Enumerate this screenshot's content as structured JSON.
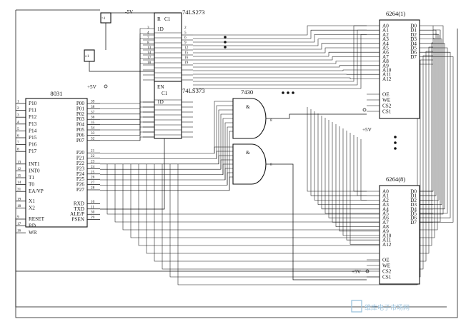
{
  "chips": {
    "cpu": {
      "title": "8031",
      "left_pins": [
        "P10",
        "P11",
        "P12",
        "P13",
        "P14",
        "P15",
        "P16",
        "P17",
        "INT1",
        "INT0",
        "T1",
        "T0",
        "EA/VP",
        "X1",
        "X2",
        "RESET",
        "RD",
        "WR"
      ],
      "left_numbers": [
        "1",
        "2",
        "3",
        "4",
        "5",
        "6",
        "7",
        "8",
        "13",
        "12",
        "15",
        "14",
        "31",
        "19",
        "18",
        "9",
        "17",
        "16"
      ],
      "right_pins": [
        "P00",
        "P01",
        "P02",
        "P03",
        "P04",
        "P05",
        "P06",
        "P07",
        "P20",
        "P21",
        "P22",
        "P23",
        "P24",
        "P25",
        "P26",
        "P27",
        "RXD",
        "TXD",
        "ALE/P",
        "PSEN"
      ],
      "right_numbers": [
        "39",
        "38",
        "37",
        "36",
        "35",
        "34",
        "33",
        "32",
        "21",
        "22",
        "23",
        "24",
        "25",
        "26",
        "27",
        "28",
        "10",
        "11",
        "30",
        "29"
      ]
    },
    "latch_upper": {
      "title": "74LS273",
      "labels": [
        "R",
        "C1",
        "1D"
      ]
    },
    "latch_lower": {
      "title": "74LS373",
      "labels": [
        "EN",
        "C1",
        "1D"
      ]
    },
    "gate_block": {
      "title": "7430"
    },
    "ram_1": {
      "title": "6264(1)",
      "address_pins": [
        "A0",
        "A1",
        "A2",
        "A3",
        "A4",
        "A5",
        "A6",
        "A7",
        "A8",
        "A9",
        "A10",
        "A11",
        "A12"
      ],
      "data_pins": [
        "D0",
        "D1",
        "D2",
        "D3",
        "D4",
        "D5",
        "D6",
        "D7"
      ],
      "control_pins": [
        "OE",
        "WE",
        "CS2",
        "CS1"
      ]
    },
    "ram_8": {
      "title": "6264(8)",
      "address_pins": [
        "A0",
        "A1",
        "A2",
        "A3",
        "A4",
        "A5",
        "A6",
        "A7",
        "A8",
        "A9",
        "A10",
        "A11",
        "A12"
      ],
      "data_pins": [
        "D0",
        "D1",
        "D2",
        "D3",
        "D4",
        "D5",
        "D6",
        "D7"
      ],
      "control_pins": [
        "OE",
        "WE",
        "CS2",
        "CS1"
      ]
    }
  },
  "supply_labels": [
    "-5V",
    "+5V",
    "+5V",
    "+5V"
  ],
  "latch_pin_numbers": [
    "3",
    "4",
    "7",
    "8",
    "13",
    "14",
    "17",
    "18",
    "2",
    "5",
    "6",
    "9",
    "12",
    "15",
    "16",
    "19"
  ],
  "watermark": {
    "text": "维库电子市场网"
  }
}
